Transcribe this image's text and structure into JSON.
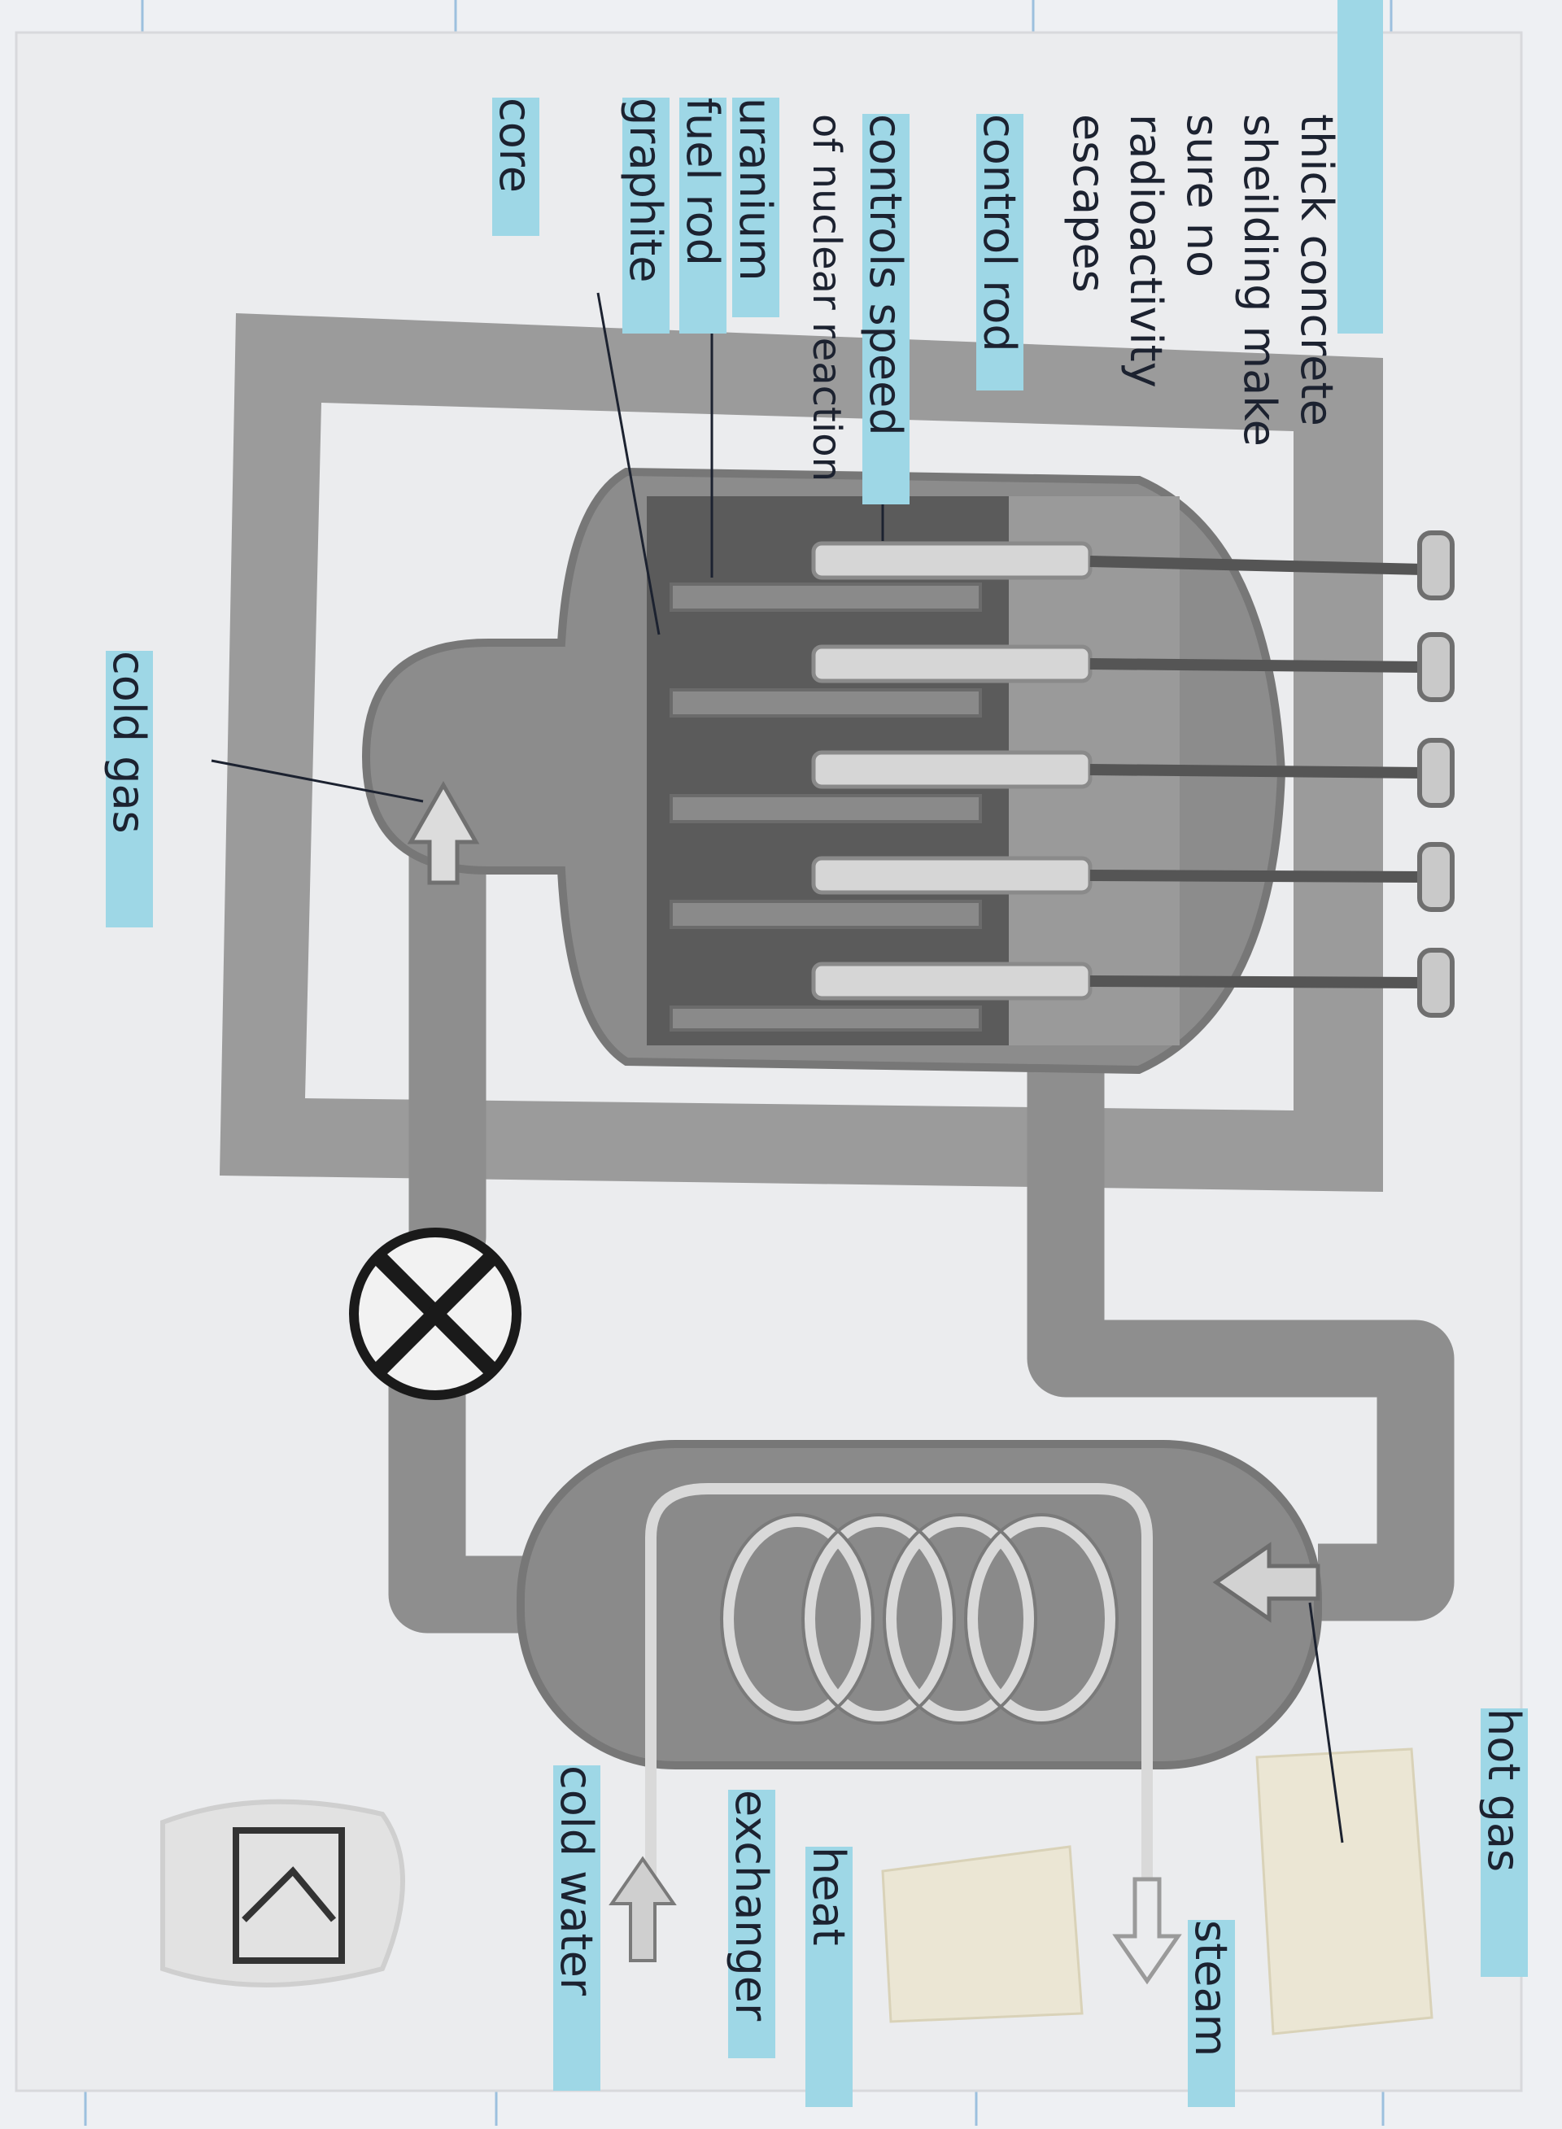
{
  "labels": {
    "shielding": "thick concrete sheilding make sure no radioactivity escapes",
    "control_rod": "control rod",
    "control_rod_desc": "controls speed of nuclear reaction",
    "fuel_rod": "uranium fuel rod",
    "graphite": "graphite",
    "core": "core",
    "cold_gas": "cold gas",
    "hot_gas": "hot gas",
    "steam": "steam",
    "heat_exchanger": "heat exchanger",
    "cold_water": "cold water"
  },
  "colors": {
    "paper": "#eceeef",
    "pipe": "#9a9a9a",
    "pipe_dark": "#7c7c7c",
    "vessel": "#8c8c8c",
    "core_dark": "#5a5a5a",
    "rod": "#d4d4d4",
    "highlight": "#9ed7e6",
    "ink": "#1c2230",
    "grid": "#8fb7d8"
  }
}
